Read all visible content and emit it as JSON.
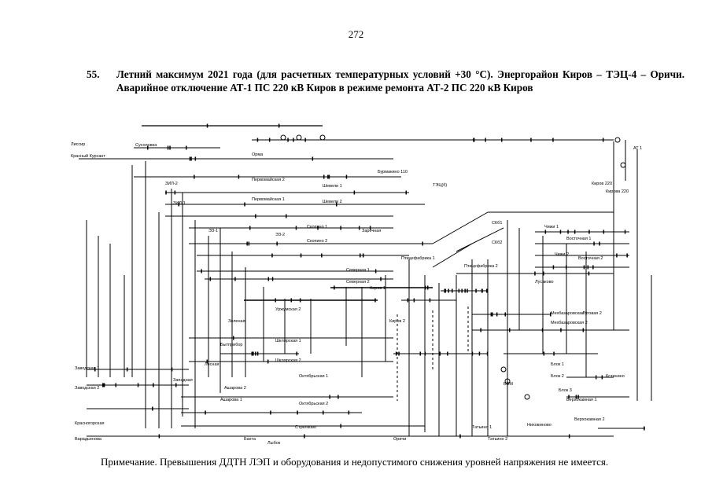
{
  "page": {
    "number": "272"
  },
  "heading": {
    "number": "55.",
    "text": "Летний максимум 2021 года (для расчетных температурных условий +30 °С). Энергорайон Киров – ТЭЦ-4 – Оричи. Аварийное отключение АТ-1 ПС 220 кВ Киров в режиме ремонта АТ-2 ПС 220 кВ Киров"
  },
  "diagram": {
    "labels": [
      "Сусоловка",
      "Лиссир",
      "Красный Курсант",
      "Орма",
      "Бурмакино 110",
      "Киров 220",
      "АТ 1",
      "Кирова 220",
      "Первомайская 2",
      "Первомайская 1",
      "Шевели 1",
      "Шевели 2",
      "ЭЗ-2",
      "ТЭЦ(б)",
      "ЭЗ-1",
      "ЗИЛ-2",
      "ЗИЛ-1",
      "Скопино 1",
      "Скопино 2",
      "Заречная",
      "СКб1",
      "СКб2",
      "Чижи 1",
      "Чижи 2",
      "Восточная 1",
      "Восточная 2",
      "Птицефабрика 1",
      "Птицефабрика 2",
      "Лусаково",
      "Северная 1",
      "Северная 2",
      "Уржумская 2",
      "Киров 1",
      "Киров 2",
      "Мехбазаровская 1",
      "Мехбазаровская 2",
      "Луговая 2",
      "Шклярская 1",
      "Шклярская 2",
      "Зеленая",
      "Бытприбор",
      "Лесная",
      "Октябрьская 1",
      "Октябрьская 2",
      "Западная",
      "Ашарова 2",
      "Ашарова 1",
      "Заводская 1",
      "Заводская 2",
      "Красногорская",
      "Варадьенова",
      "ВВМ",
      "Верхокамная 1",
      "Верхокамная 2",
      "Татьино 1",
      "Татьино 2",
      "Ниховиново",
      "Кстинино",
      "Бахта",
      "Лыбок",
      "Стрелково",
      "Оричи",
      "Блок 1",
      "Блок 2",
      "Блок 3"
    ]
  },
  "note": {
    "text": "Примечание. Превышения ДДТН ЛЭП и оборудования и недопустимого снижения уровней напряжения не имеется."
  }
}
